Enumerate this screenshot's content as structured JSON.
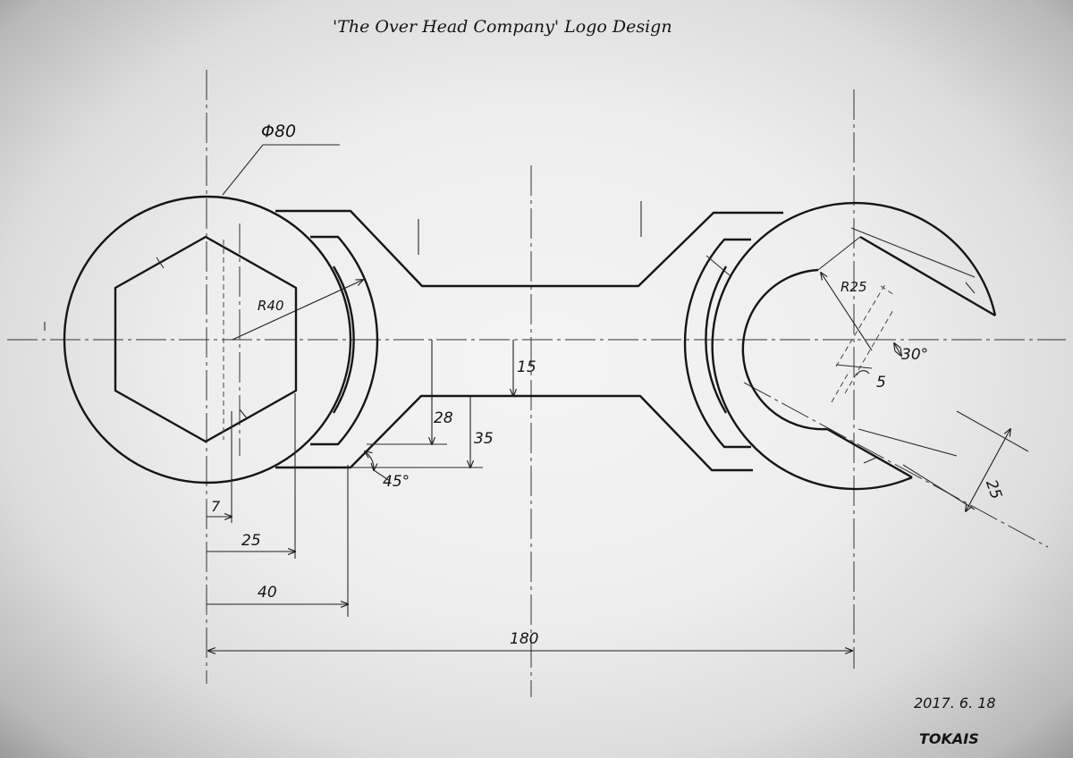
{
  "title": "'The Over Head Company' Logo Design",
  "dimensions": {
    "diameter": "Φ80",
    "radius_hex": "R40",
    "radius_jaw": "R25",
    "shaft_width": "15",
    "jaw_height": "28",
    "shoulder_height": "35",
    "chamfer_angle": "45°",
    "jaw_angle": "30°",
    "jaw_offset": "5",
    "jaw_opening": "25",
    "offset_7": "7",
    "offset_25": "25",
    "offset_40": "40",
    "overall_length": "180"
  },
  "date": "2017. 6. 18",
  "signature": "TOKAIS"
}
